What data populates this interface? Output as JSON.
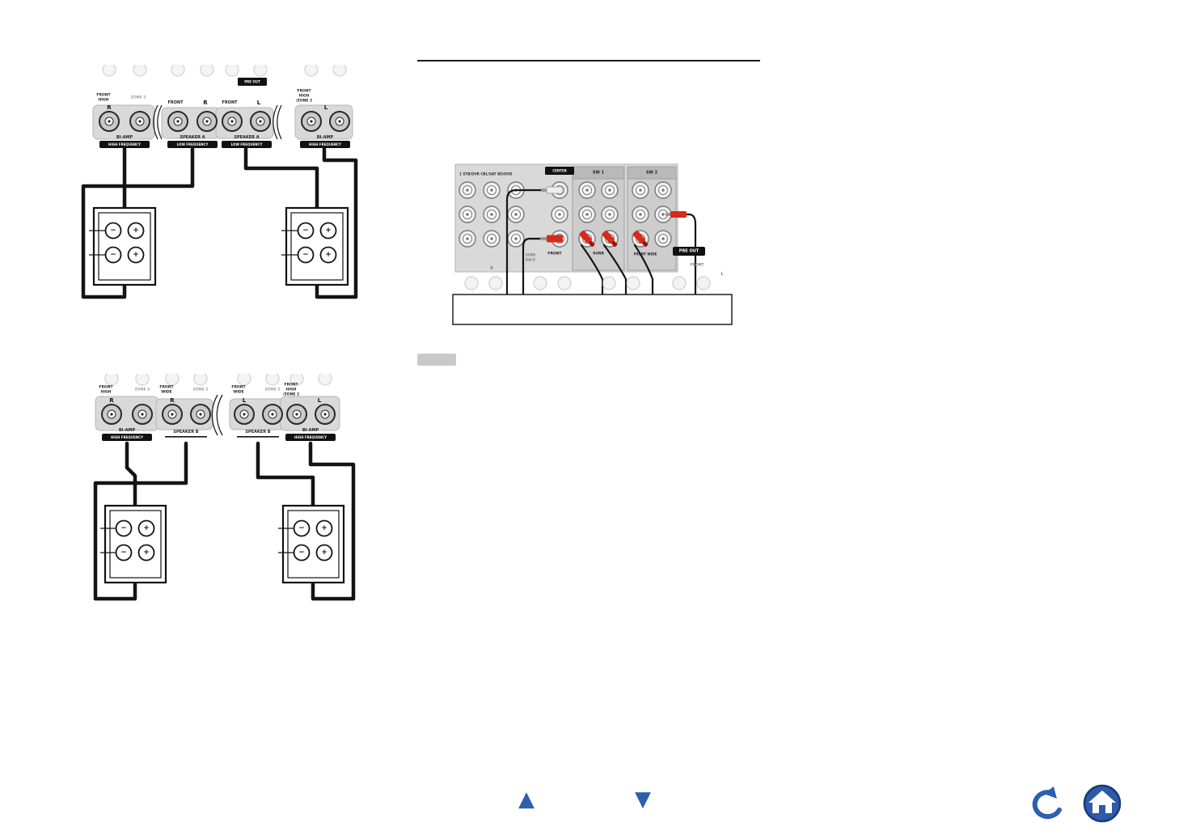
{
  "top_diagram": {
    "pre_out_tag": "PRE OUT",
    "g1_name1": "FRONT",
    "g1_name2": "HIGH",
    "g1_zone": "ZONE 2",
    "g1_ch": "R",
    "g1_amp": "BI-AMP",
    "g1_freq": "HIGH FREQUENCY",
    "g2_name1": "FRONT",
    "g2_ch": "R",
    "g2_amp": "SPEAKER A",
    "g2_freq": "LOW FREQUENCY",
    "g3_name1": "FRONT",
    "g3_ch": "L",
    "g3_amp": "SPEAKER A",
    "g3_freq": "LOW FREQUENCY",
    "g4_name1": "FRONT",
    "g4_name2": "HIGH",
    "g4_name3": "/ZONE 2",
    "g4_ch": "L",
    "g4_amp": "BI-AMP",
    "g4_freq": "HIGH FREQUENCY"
  },
  "bottom_diagram": {
    "g1_name1": "FRONT",
    "g1_name2": "HIGH",
    "g1_zone": "ZONE 2",
    "g1_ch": "R",
    "g1_amp": "BI-AMP",
    "g1_freq": "HIGH FREQUENCY",
    "g2_name1": "FRONT",
    "g2_name2": "WIDE",
    "g2_zone": "ZONE 2",
    "g2_ch": "R",
    "g2_amp": "SPEAKER B",
    "g3_name1": "FRONT",
    "g3_name2": "WIDE",
    "g3_zone": "ZONE 2",
    "g3_ch": "L",
    "g3_amp": "SPEAKER B",
    "g4_name1": "FRONT",
    "g4_name2": "HIGH",
    "g4_name3": "/ZONE 2",
    "g4_ch": "L",
    "g4_amp": "BI-AMP",
    "g4_freq": "HIGH FREQUENCY"
  },
  "speaker": {
    "plus": "+",
    "minus": "−"
  },
  "preout_diagram": {
    "inputs": "1 STB/DVR CBL/SAT BD/DVD",
    "center": "CENTER",
    "sw1": "SW 1",
    "sw2": "SW 2",
    "front": "FRONT",
    "surr": "SURR",
    "front_wide": "FRONT WIDE",
    "pre_out": "PRE OUT",
    "surr_back_1": "SURR",
    "surr_back_2": "BACK",
    "front_b": "FRONT",
    "r": "R",
    "l": "L"
  },
  "nav": {
    "up": "▲",
    "down": "▼"
  },
  "colors": {
    "accent_blue": "#2e5fae",
    "plug_red": "#d8291a"
  }
}
